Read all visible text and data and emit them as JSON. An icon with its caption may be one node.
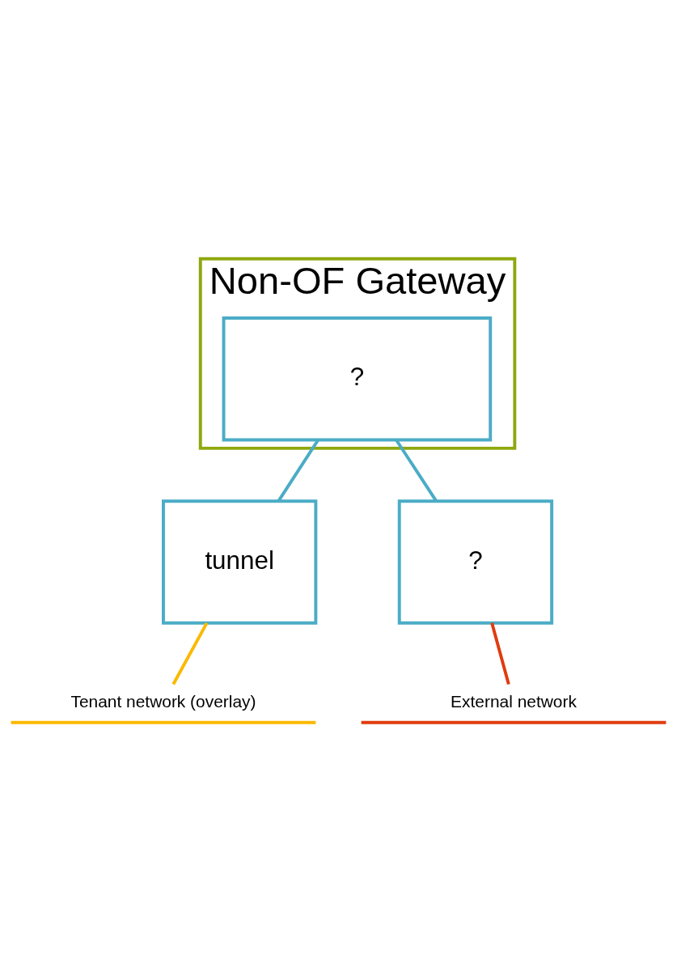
{
  "diagram": {
    "nodes": [
      {
        "text": [
          "Non-OF Gateway"
        ]
      },
      {
        "text": [
          "?"
        ],
        "in": 0
      },
      {
        "text": [
          "tunnel"
        ]
      },
      {
        "text": [
          "?"
        ]
      },
      {
        "text": [
          "External network"
        ]
      },
      {
        "text": [
          "Tenant network (overlay)"
        ]
      }
    ],
    "edges": [
      {
        "from": 1,
        "to": 2,
        "arrow": "none"
      },
      {
        "from": 1,
        "to": 3,
        "arrow": "none"
      },
      {
        "from": 3,
        "to": 4,
        "arrow": "none",
        "color": "#e03c0f"
      },
      {
        "from": 2,
        "to": 5,
        "arrow": "none",
        "color": "#fbb900"
      }
    ]
  }
}
